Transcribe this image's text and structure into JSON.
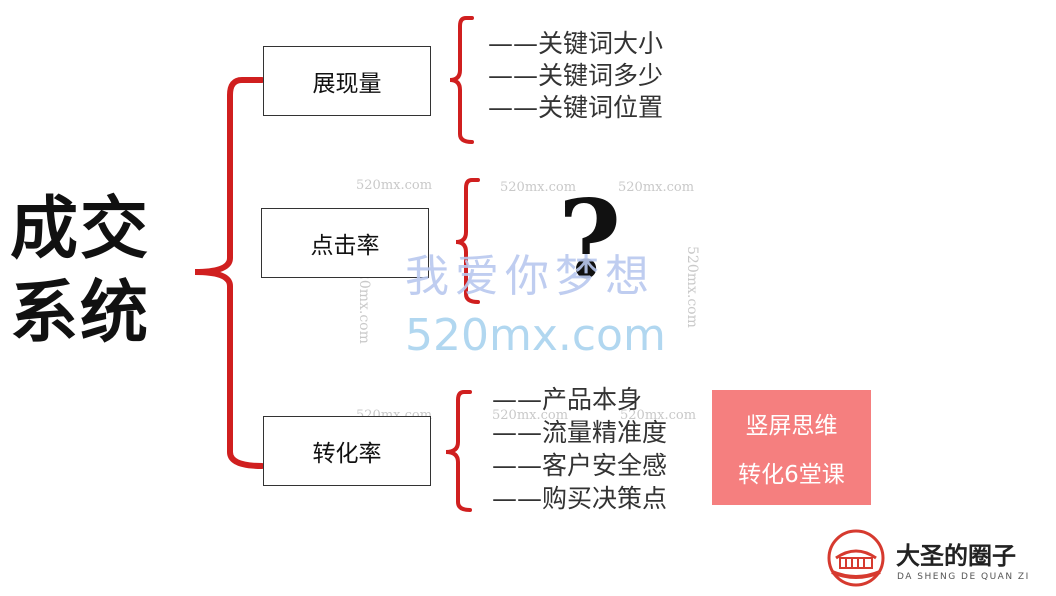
{
  "root": {
    "line1": "成交",
    "line2": "系统"
  },
  "nodes": [
    {
      "label": "展现量",
      "leaves": [
        "——关键词大小",
        "——关键词多少",
        "——关键词位置"
      ]
    },
    {
      "label": "点击率",
      "leaves": [],
      "placeholder": "?"
    },
    {
      "label": "转化率",
      "leaves": [
        "——产品本身",
        "——流量精准度",
        "——客户安全感",
        "——购买决策点"
      ]
    }
  ],
  "promo": {
    "line1": "竖屏思维",
    "line2": "转化6堂课",
    "color": "#f57f7f"
  },
  "watermark": {
    "big_text": "我爱你梦想",
    "big_domain": "520mx.com",
    "small": "520mx.com"
  },
  "logo": {
    "name": "大圣的圈子",
    "pinyin": "DA SHENG DE QUAN ZI",
    "color": "#d63a2f"
  },
  "colors": {
    "bracket": "#d01f1f",
    "box_border": "#333333"
  }
}
